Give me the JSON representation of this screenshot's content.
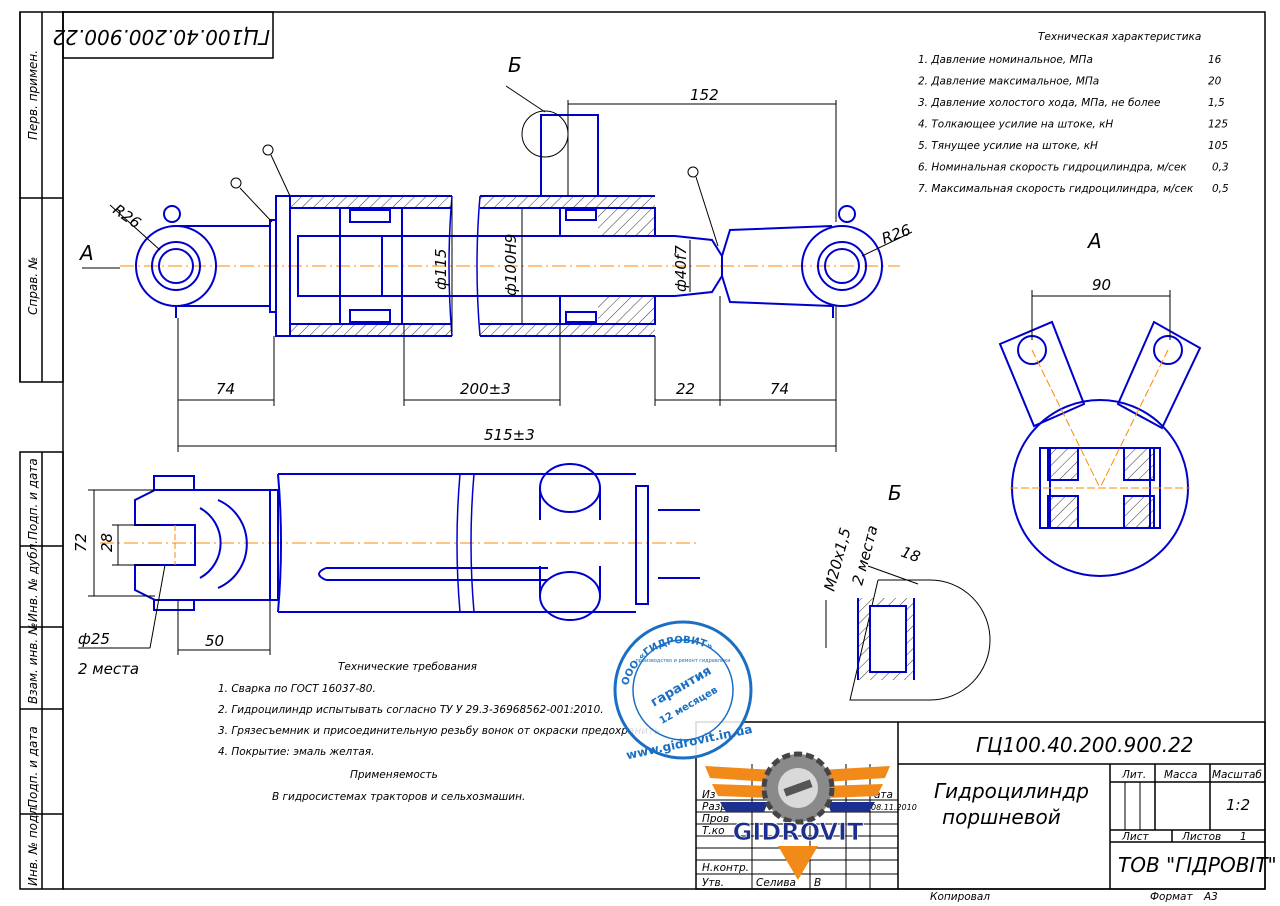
{
  "drawing": {
    "code": "ГЦ100.40.200.900.22",
    "code_rotated": "ГЦ100.40.200.900.22",
    "section_b": "Б",
    "view_a": "А",
    "dims": {
      "d152": "152",
      "r26_left": "R26",
      "r26_right": "R26",
      "phi115": "ф115",
      "phi100": "ф100Н9",
      "phi40": "ф40f7",
      "d74_left": "74",
      "d200": "200±3",
      "d22": "22",
      "d74_right": "74",
      "d515": "515±3",
      "d90": "90",
      "d72": "72",
      "d28": "28",
      "phi25": "ф25",
      "two_places_1": "2 места",
      "d50": "50",
      "m20": "M20x1,5",
      "two_places_2": "2 места",
      "d18": "18"
    }
  },
  "side_stamp": {
    "perv_primen": "Перв. примен.",
    "sprav": "Справ. №",
    "podp_data_1": "Подп. и дата",
    "inv_dubl": "Инв. № дубл.",
    "vzam_inv": "Взам. инв. №",
    "podp_data_2": "Подп. и дата",
    "inv_podl": "Инв. № подл."
  },
  "tech_char": {
    "title": "Техническая характеристика",
    "rows": [
      {
        "label": "1. Давление номинальное, МПа",
        "value": "16"
      },
      {
        "label": "2. Давление максимальное, МПа",
        "value": "20"
      },
      {
        "label": "3. Давление холостого хода, МПа, не более",
        "value": "1,5"
      },
      {
        "label": "4. Толкающее усилие на штоке, кН",
        "value": "125"
      },
      {
        "label": "5. Тянущее усилие на штоке, кН",
        "value": "105"
      },
      {
        "label": "6. Номинальная скорость гидроцилиндра, м/сек",
        "value": "0,3"
      },
      {
        "label": "7. Максимальная скорость гидроцилиндра, м/сек",
        "value": "0,5"
      }
    ]
  },
  "tech_req": {
    "title": "Технические требования",
    "items": [
      "1. Сварка по ГОСТ 16037-80.",
      "2. Гидроцилиндр испытывать согласно ТУ У 29.3-36968562-001:2010.",
      "3. Грязесъемник и присоединительную резьбу вонок от окраски предохранить",
      "4. Покрытие: эмаль желтая."
    ],
    "applic_title": "Применяемость",
    "applic_text": "В гидросистемах тракторов и сельхозмашин."
  },
  "stamp": {
    "code": "ГЦ100.40.200.900.22",
    "name_line1": "Гидроцилиндр",
    "name_line2": "поршневой",
    "lit": "Лит.",
    "massa": "Масса",
    "masshtab": "Масштаб",
    "scale": "1:2",
    "list": "Лист",
    "listov": "Листов",
    "listov_val": "1",
    "company": "ТОВ \"ГІДРОВІТ\"",
    "izm": "Из",
    "razrab": "Разр",
    "prov": "Пров",
    "tkontr": "Т.ко",
    "nkontr": "Н.контр.",
    "utv": "Утв.",
    "selivanov": "Селива",
    "sign_b": "В",
    "data": "ата",
    "date_val": "08.11.2010",
    "kopiroval": "Копировал",
    "format": "Формат",
    "format_val": "А3"
  },
  "seal": {
    "arc_text": "ООО «ГИДРОВИТ»",
    "inner_text": "производство и ремонт гидравлики",
    "warranty": "гарантия",
    "months": "12 месяцев",
    "url": "www.gidrovit.in.ua"
  },
  "logo": {
    "text": "GIDROVIT"
  },
  "colors": {
    "part": "#0000cc",
    "frame": "#000000",
    "axis": "#ff8800",
    "seal": "#1a6fc4",
    "logo_orange": "#f28a1a",
    "logo_blue": "#1c2f8e"
  }
}
